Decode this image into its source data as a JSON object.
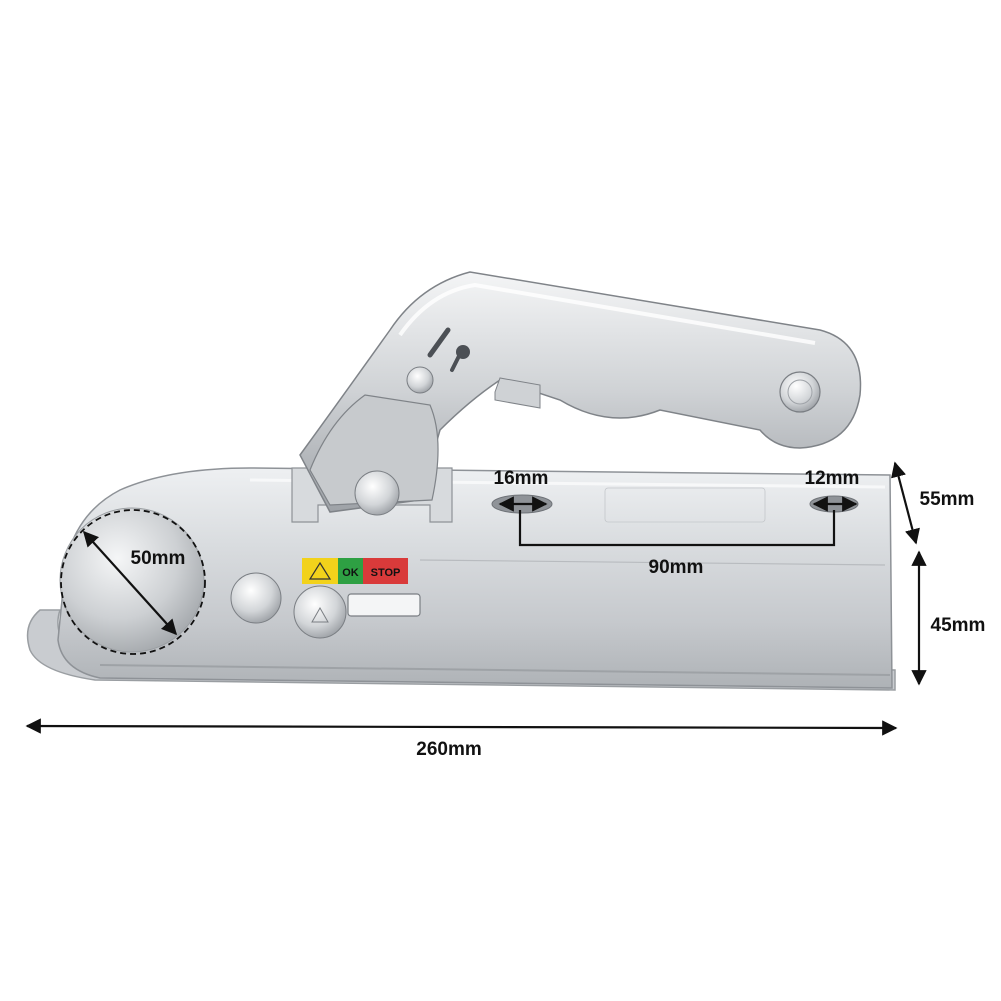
{
  "dimensions": {
    "total_length": "260mm",
    "ball_diameter": "50mm",
    "front_hole": "16mm",
    "rear_hole": "12mm",
    "hole_spacing": "90mm",
    "total_height": "55mm",
    "drawbar_height": "45mm"
  },
  "indicator": {
    "ok": "OK",
    "stop": "STOP",
    "colors": {
      "warn": "#f2d21b",
      "ok": "#2ea043",
      "stop": "#d93a3a"
    }
  },
  "colors": {
    "metal_light": "#e4e6e8",
    "metal_mid": "#c3c6ca",
    "metal_dark": "#8e9297",
    "line": "#111111"
  }
}
